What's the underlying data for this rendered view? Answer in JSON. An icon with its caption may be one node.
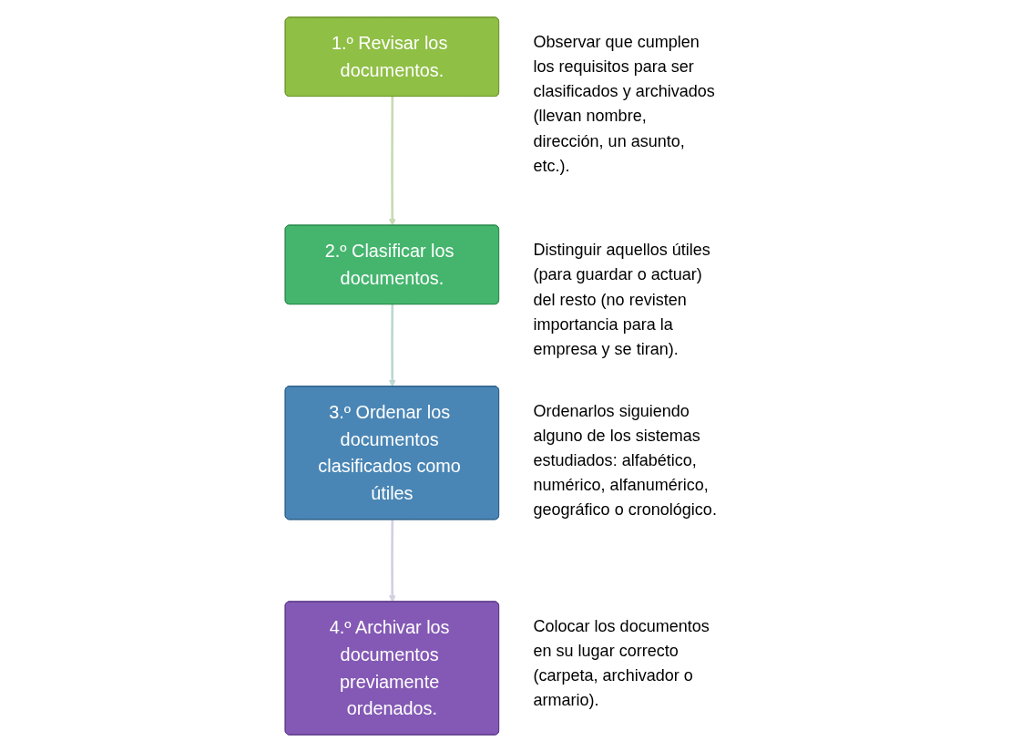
{
  "diagram": {
    "nodes": [
      {
        "text": [
          "1.º Revisar los documentos."
        ],
        "beside": [
          "Observar que cumplen los requisitos para ser clasificados y archivados (llevan nombre, dirección, un asunto, etc.)."
        ]
      },
      {
        "text": [
          "2.º Clasificar los documentos."
        ],
        "beside": [
          "Distinguir aquellos útiles (para guardar o actuar) del resto (no revisten importancia para la empresa y se tiran)."
        ]
      },
      {
        "text": [
          "3.º Ordenar los documentos clasificados como útiles"
        ],
        "beside": [
          "Ordenarlos siguiendo alguno de los sistemas estudiados: alfabético, numérico, alfanumérico, geográfico o cronológico."
        ]
      },
      {
        "text": [
          "4.º Archivar los documentos previamente ordenados."
        ],
        "beside": [
          "Colocar los documentos en su lugar correcto (carpeta, archivador o armario)."
        ]
      }
    ],
    "edges": [
      {
        "from": 0,
        "to": 1,
        "arrow": "to",
        "color": "#c9dbb3"
      },
      {
        "from": 1,
        "to": 2,
        "arrow": "to",
        "color": "#bcd9d2"
      },
      {
        "from": 2,
        "to": 3,
        "arrow": "to",
        "color": "#d4d0e0"
      }
    ]
  }
}
